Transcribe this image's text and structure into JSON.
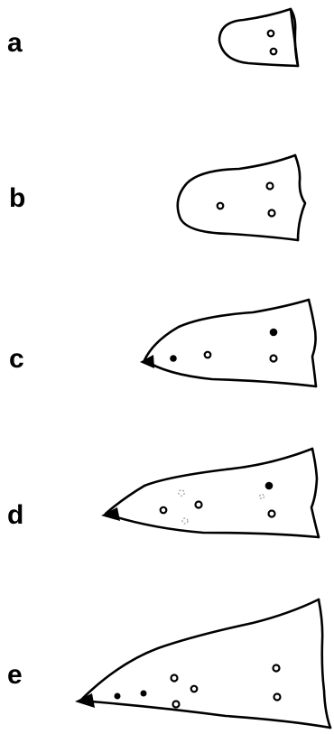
{
  "panels": [
    {
      "label": "a"
    },
    {
      "label": "b"
    },
    {
      "label": "c"
    },
    {
      "label": "d"
    },
    {
      "label": "e"
    }
  ],
  "colors": {
    "ink": "#000000",
    "background": "#ffffff"
  }
}
